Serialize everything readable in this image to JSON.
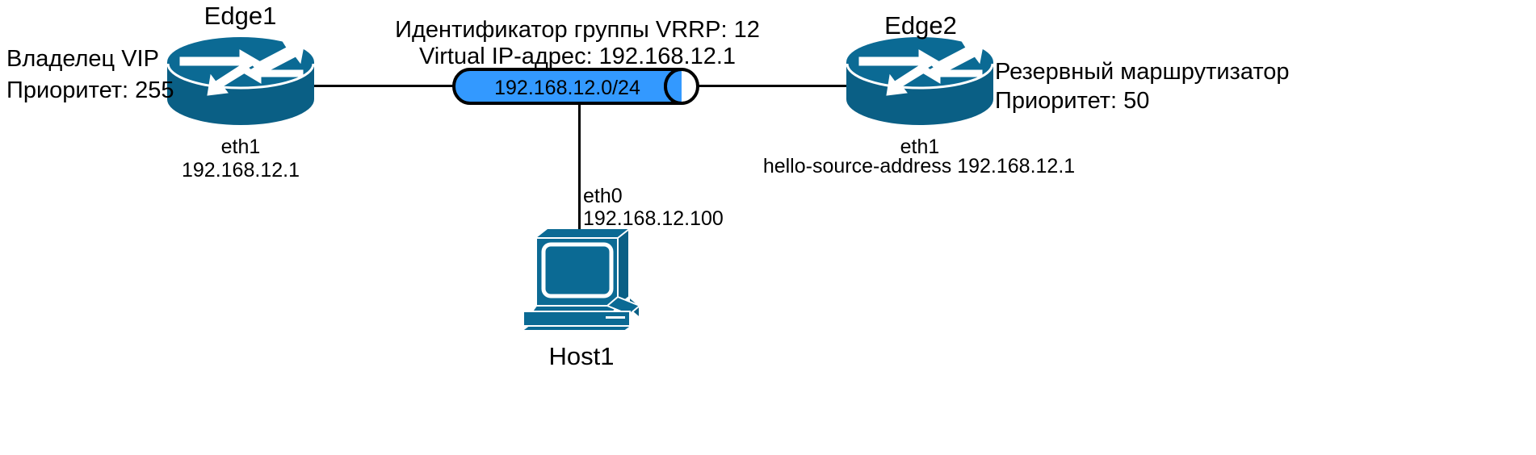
{
  "diagram": {
    "title": "VRRP topology",
    "colors": {
      "device": "#0b6a94",
      "device_shade": "#0a5f85",
      "network": "#3399ff",
      "network_stroke": "#000000",
      "line": "#000000",
      "text": "#000000",
      "background": "#ffffff"
    }
  },
  "nodes": {
    "edge1": {
      "name": "Edge1",
      "role_line1": "Владелец VIP",
      "role_line2": "Приоритет: 255",
      "interface_name": "eth1",
      "interface_ip": "192.168.12.1",
      "icon": "router-icon"
    },
    "edge2": {
      "name": "Edge2",
      "role_line1": "Резервный маршрутизатор",
      "role_line2": "Приоритет: 50",
      "interface_name": "eth1",
      "hello_source": "hello-source-address 192.168.12.1",
      "icon": "router-icon"
    },
    "host1": {
      "name": "Host1",
      "interface_name": "eth0",
      "interface_ip": "192.168.12.100",
      "icon": "workstation-icon"
    }
  },
  "network": {
    "subnet_label": "192.168.12.0/24",
    "vrrp_group_line": "Идентификатор группы VRRP: 12",
    "virtual_ip_line": "Virtual IP-адрес: 192.168.12.1",
    "icon": "network-bus-icon"
  }
}
